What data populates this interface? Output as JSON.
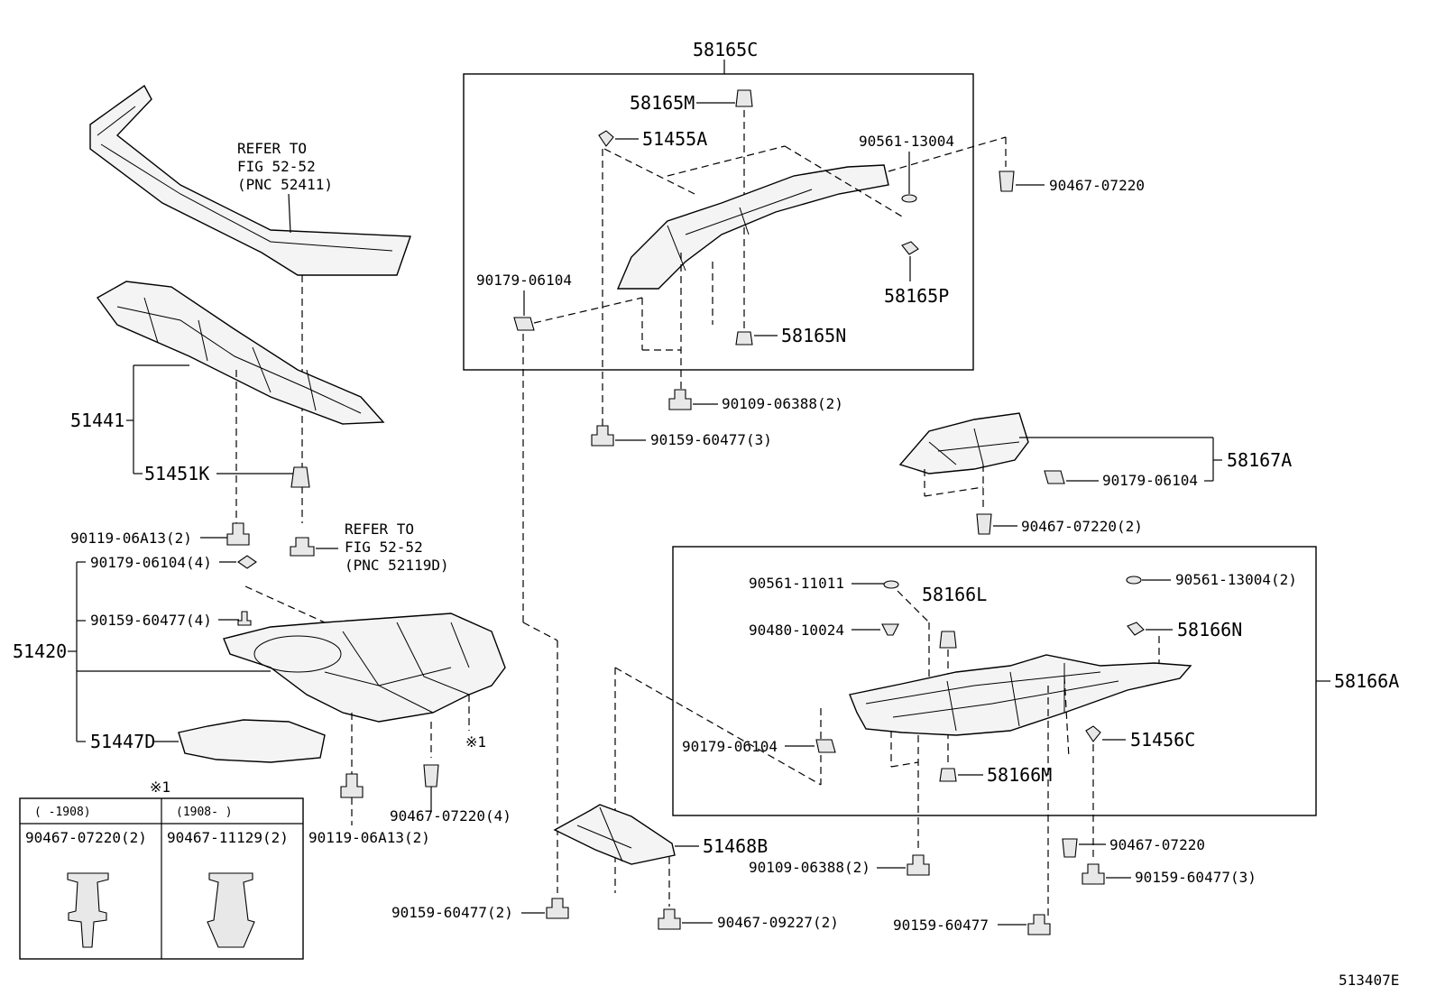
{
  "labels": {
    "p58165C": "58165C",
    "p58165M": "58165M",
    "p51455A": "51455A",
    "p90561_13004": "90561-13004",
    "p90467_07220_top": "90467-07220",
    "p90179_06104_top": "90179-06104",
    "p58165P": "58165P",
    "p58165N": "58165N",
    "p90109_06388_2_top": "90109-06388(2)",
    "p90159_60477_3_top": "90159-60477(3)",
    "refer1_line1": "REFER TO",
    "refer1_line2": "FIG 52-52",
    "refer1_line3": "(PNC 52411)",
    "p51441": "51441",
    "p51451K": "51451K",
    "p90119_06A13_2_a": "90119-06A13(2)",
    "refer2_line1": "REFER TO",
    "refer2_line2": "FIG 52-52",
    "refer2_line3": "(PNC 52119D)",
    "p90179_06104_4": "90179-06104(4)",
    "p90159_60477_4": "90159-60477(4)",
    "p51420": "51420",
    "p51447D": "51447D",
    "note1": "※1",
    "note1_b": "※1",
    "p90467_07220_4": "90467-07220(4)",
    "p90119_06A13_2_b": "90119-06A13(2)",
    "p58167A": "58167A",
    "p90179_06104_r": "90179-06104",
    "p90467_07220_2_r": "90467-07220(2)",
    "p90561_11011": "90561-11011",
    "p58166L": "58166L",
    "p90561_13004_2": "90561-13004(2)",
    "p90480_10024": "90480-10024",
    "p58166N": "58166N",
    "p58166A": "58166A",
    "p90179_06104_m": "90179-06104",
    "p51456C": "51456C",
    "p58166M": "58166M",
    "p51468B": "51468B",
    "p90467_07220_b": "90467-07220",
    "p90109_06388_2_b": "90109-06388(2)",
    "p90159_60477_3_b": "90159-60477(3)",
    "p90159_60477_2": "90159-60477(2)",
    "p90467_09227_2": "90467-09227(2)",
    "p90159_60477_b": "90159-60477",
    "table_h1": "(      -1908)",
    "table_h2": "(1908-      )",
    "table_c1": "90467-07220(2)",
    "table_c2": "90467-11129(2)",
    "figure_id": "513407E"
  }
}
